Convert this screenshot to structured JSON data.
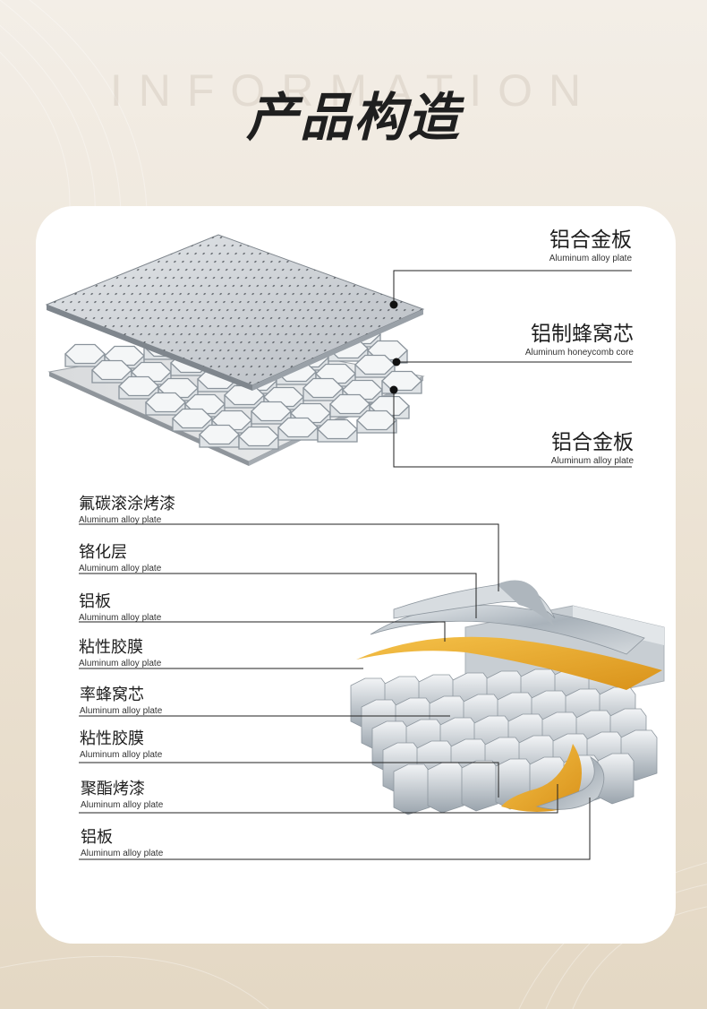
{
  "header": {
    "watermark": "INFORMATION",
    "title": "产品构造"
  },
  "top_diagram": {
    "labels": [
      {
        "zh": "铝合金板",
        "en": "Aluminum alloy plate"
      },
      {
        "zh": "铝制蜂窝芯",
        "en": "Aluminum honeycomb core"
      },
      {
        "zh": "铝合金板",
        "en": "Aluminum alloy plate"
      }
    ]
  },
  "bottom_diagram": {
    "labels": [
      {
        "zh": "氟碳滚涂烤漆",
        "en": "Aluminum alloy plate"
      },
      {
        "zh": "铬化层",
        "en": "Aluminum alloy plate"
      },
      {
        "zh": "铝板",
        "en": "Aluminum alloy plate"
      },
      {
        "zh": "粘性胶膜",
        "en": "Aluminum alloy plate"
      },
      {
        "zh": "率蜂窝芯",
        "en": "Aluminum alloy plate"
      },
      {
        "zh": "粘性胶膜",
        "en": "Aluminum alloy plate"
      },
      {
        "zh": "聚酯烤漆",
        "en": "Aluminum alloy plate"
      },
      {
        "zh": "铝板",
        "en": "Aluminum alloy plate"
      }
    ]
  },
  "colors": {
    "background": "#efe7da",
    "card": "#ffffff",
    "title": "#1f1f1f",
    "adhesive": "#e8a81f",
    "aluminum": "#b9c1c8"
  }
}
